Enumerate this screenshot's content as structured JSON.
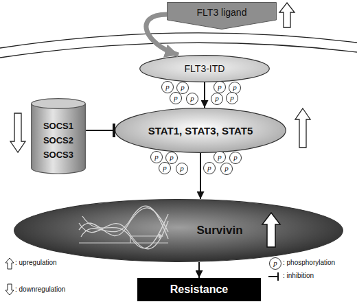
{
  "diagram": {
    "nodes": [
      {
        "text": [
          "FLT3 ligand"
        ]
      },
      {
        "text": [
          "FLT3-ITD"
        ]
      },
      {
        "text": [
          "SOCS1",
          "SOCS2",
          "SOCS3"
        ]
      },
      {
        "text": [
          "STAT1, STAT3, STAT5"
        ]
      },
      {
        "text": [
          "Survivin"
        ]
      },
      {
        "text": [
          "Resistance"
        ]
      }
    ],
    "edges": [
      {
        "from": 0,
        "to": 1,
        "arrow": "to"
      },
      {
        "from": 1,
        "to": 3,
        "arrow": "to"
      },
      {
        "from": 2,
        "to": 3,
        "arrow": "to"
      },
      {
        "from": 3,
        "to": 4,
        "arrow": "to"
      },
      {
        "from": 4,
        "to": 5,
        "arrow": "to"
      }
    ],
    "labels": [
      "p",
      "p",
      "p",
      "p",
      "p",
      "p",
      "p",
      "p",
      "p",
      "p",
      "p",
      "p",
      "p",
      "p",
      "p",
      "p",
      "p"
    ],
    "legend": [
      {
        "text": ": upregulation"
      },
      {
        "text": ": phosphorylation"
      },
      {
        "text": ": inhibition"
      },
      {
        "text": ": downregulation"
      }
    ]
  }
}
